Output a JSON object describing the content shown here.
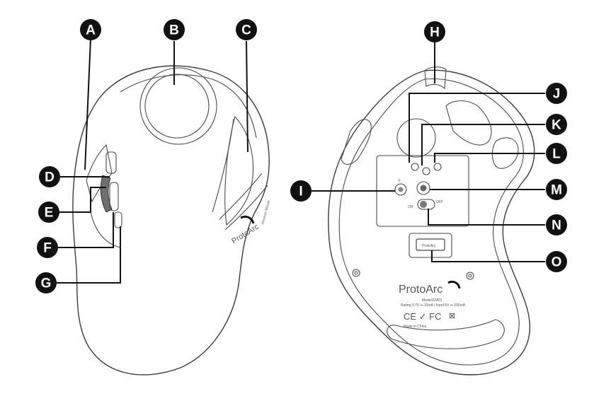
{
  "callouts": {
    "A": "A",
    "B": "B",
    "C": "C",
    "D": "D",
    "E": "E",
    "F": "F",
    "G": "G",
    "H": "H",
    "I": "I",
    "J": "J",
    "K": "K",
    "L": "L",
    "M": "M",
    "N": "N",
    "O": "O"
  },
  "front_view": {
    "brand_logo": "ProtoArc",
    "side_model": "Wireless Mouse"
  },
  "bottom_view": {
    "brand_logo": "ProtoArc",
    "model_line": "Model:EM03",
    "rating_line": "Rating:3.7V ⎓ 10mA / Input:5V ⎓ 200mA",
    "cert_marks": "CE ✓ FC",
    "origin": "Made in China",
    "switch_on": "ON",
    "switch_off": "OFF",
    "receiver_label": "ProtoArc"
  }
}
